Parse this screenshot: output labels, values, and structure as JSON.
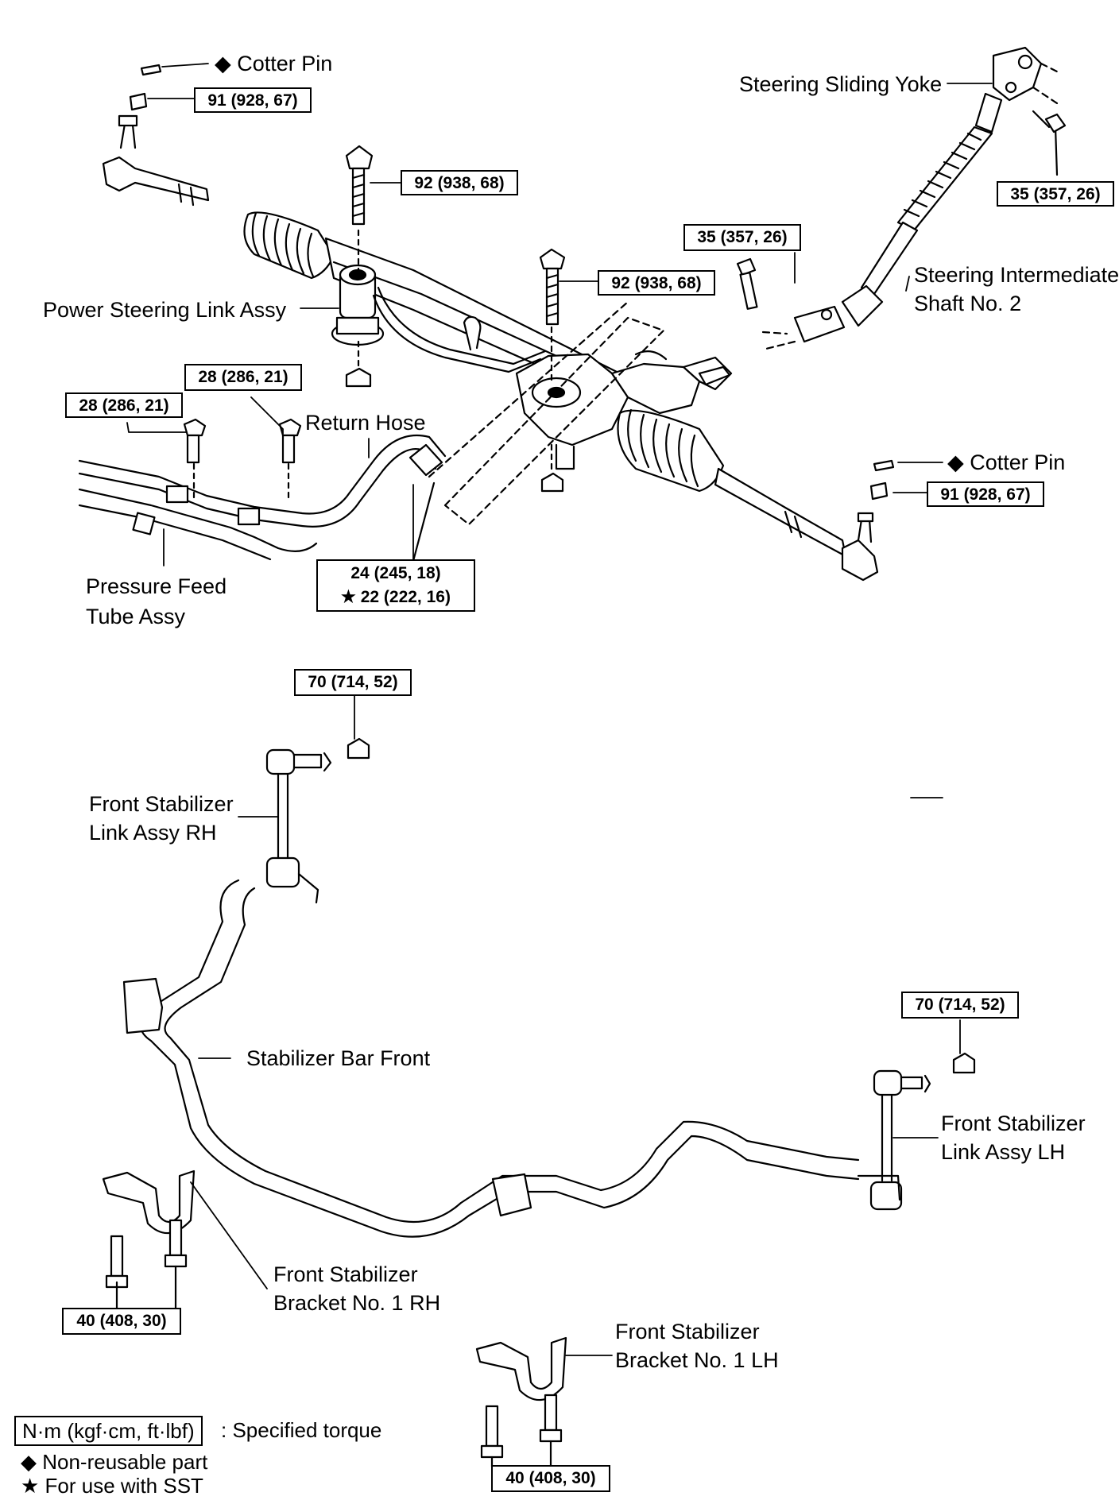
{
  "labels": {
    "cotter_pin_top": "◆ Cotter Pin",
    "steering_sliding_yoke": "Steering Sliding Yoke",
    "steering_intermediate_shaft_1": "Steering Intermediate",
    "steering_intermediate_shaft_2": "Shaft No. 2",
    "power_steering_link": "Power Steering Link Assy",
    "return_hose": "Return Hose",
    "cotter_pin_right": "◆ Cotter Pin",
    "pressure_feed_1": "Pressure Feed",
    "pressure_feed_2": "Tube Assy",
    "front_stab_link_rh_1": "Front Stabilizer",
    "front_stab_link_rh_2": "Link Assy RH",
    "stabilizer_bar_front": "Stabilizer Bar Front",
    "front_stab_link_lh_1": "Front Stabilizer",
    "front_stab_link_lh_2": "Link Assy LH",
    "bracket_rh_1": "Front Stabilizer",
    "bracket_rh_2": "Bracket No. 1 RH",
    "bracket_lh_1": "Front Stabilizer",
    "bracket_lh_2": "Bracket No. 1 LH"
  },
  "torques": {
    "tie_rod_nut_left": "91 (928, 67)",
    "rack_bolt_left": "92 (938, 68)",
    "yoke_bolt": "35 (357, 26)",
    "shaft_bolt": "35 (357, 26)",
    "rack_bolt_center": "92 (938, 68)",
    "tube_bolt_b": "28 (286, 21)",
    "tube_bolt_a": "28 (286, 21)",
    "tie_rod_nut_right": "91 (928, 67)",
    "union_nut_1": "24 (245, 18)",
    "union_nut_2": "★ 22 (222, 16)",
    "link_nut_rh": "70 (714, 52)",
    "link_nut_lh": "70 (714, 52)",
    "bracket_bolt_rh": "40 (408, 30)",
    "bracket_bolt_lh": "40 (408, 30)"
  },
  "legend": {
    "unit_box": "N·m (kgf·cm, ft·lbf)",
    "unit_desc": ": Specified torque",
    "non_reusable": "◆ Non-reusable part",
    "sst": "★ For use with SST"
  },
  "colors": {
    "line": "#000000",
    "background": "#ffffff"
  }
}
